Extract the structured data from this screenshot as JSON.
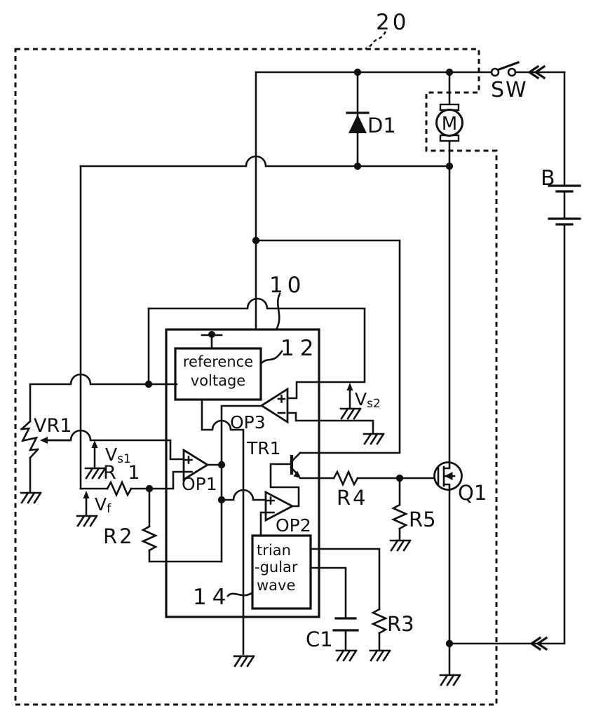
{
  "figure": {
    "type": "patent-circuit-schematic",
    "colors": {
      "ink": "#111111",
      "paper": "#ffffff"
    },
    "labels": {
      "ref_num_20": "20",
      "ref_num_10": "10",
      "ref_num_12": "12",
      "ref_num_14": "14",
      "sw": "SW",
      "d1": "D1",
      "battery": "B",
      "motor": "M",
      "q1": "Q1",
      "tr1": "TR1",
      "op1": "OP1",
      "op2": "OP2",
      "op3": "OP3",
      "vr1": "VR1",
      "r1": "R 1",
      "r2": "R2",
      "r3": "R3",
      "r4": "R4",
      "r5": "R5",
      "c1": "C1",
      "ref_box_line1": "reference",
      "ref_box_line2": "voltage",
      "tri_box_line1": "trian",
      "tri_box_line2": "-gular",
      "tri_box_line3": "wave",
      "vs1_main": "V",
      "vs1_sub": "s1",
      "vs2_main": "V",
      "vs2_sub": "s2",
      "vf_main": "V",
      "vf_sub": "f"
    }
  }
}
